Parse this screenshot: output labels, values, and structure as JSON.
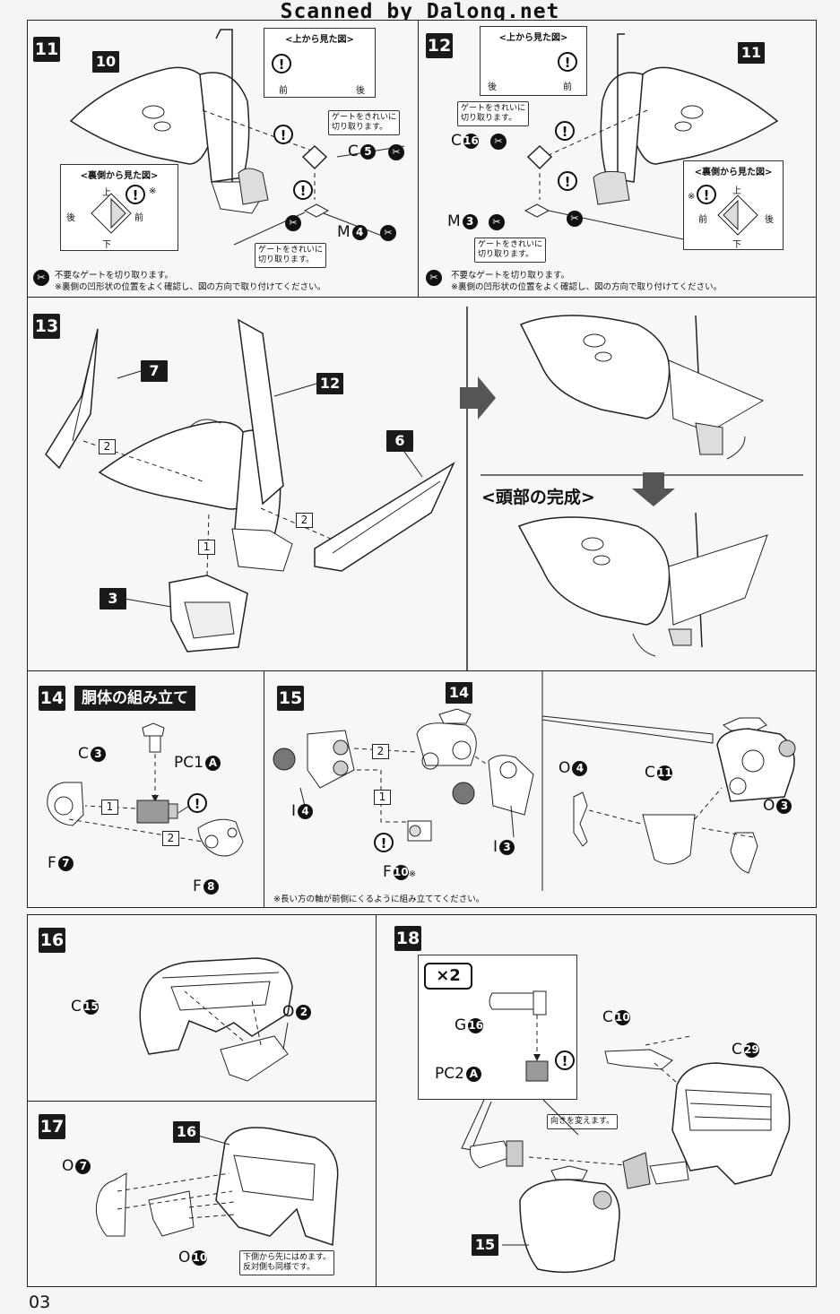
{
  "header": {
    "scan_credit": "Scanned by Dalong.net"
  },
  "steps": {
    "s11": {
      "number": "11",
      "part_tag": "10",
      "top_view_title": "<上から見た図>",
      "top_front": "前",
      "top_back": "後",
      "back_view_title": "<裏側から見た図>",
      "bv_up": "上",
      "bv_down": "下",
      "bv_back": "後",
      "bv_front": "前",
      "bv_mark": "※",
      "callout_gate_1": "ゲートをきれいに\n切り取ります。",
      "callout_gate_2": "ゲートをきれいに\n切り取ります。",
      "part_c": "C",
      "part_c_num": "5",
      "part_m": "M",
      "part_m_num": "4",
      "note_line1": "不要なゲートを切り取ります。",
      "note_line2": "※裏側の凹形状の位置をよく確認し、図の方向で取り付けてください。"
    },
    "s12": {
      "number": "12",
      "part_tag": "11",
      "top_view_title": "<上から見た図>",
      "top_back": "後",
      "top_front": "前",
      "back_view_title": "<裏側から見た図>",
      "bv_up": "上",
      "bv_down": "下",
      "bv_back": "後",
      "bv_front": "前",
      "bv_mark": "※",
      "callout_gate_1": "ゲートをきれいに\n切り取ります。",
      "callout_gate_2": "ゲートをきれいに\n切り取ります。",
      "part_c": "C",
      "part_c_num": "16",
      "part_m": "M",
      "part_m_num": "3",
      "note_line1": "不要なゲートを切り取ります。",
      "note_line2": "※裏側の凹形状の位置をよく確認し、図の方向で取り付けてください。"
    },
    "s13": {
      "number": "13",
      "tag_7": "7",
      "tag_12": "12",
      "tag_6": "6",
      "tag_3": "3",
      "seq_1": "1",
      "seq_2a": "2",
      "seq_2b": "2",
      "completion": "<頭部の完成>"
    },
    "s14": {
      "number": "14",
      "title": "胴体の組み立て",
      "part_c": "C",
      "part_c_num": "3",
      "part_pc": "PC1",
      "part_pc_letter": "A",
      "part_f7": "F",
      "part_f7_num": "7",
      "part_f8": "F",
      "part_f8_num": "8",
      "seq_1": "1",
      "seq_2": "2"
    },
    "s15": {
      "number": "15",
      "tag_14": "14",
      "part_i4": "I",
      "part_i4_num": "4",
      "part_i3": "I",
      "part_i3_num": "3",
      "part_f10": "F",
      "part_f10_num": "10",
      "f10_mark": "※",
      "seq_1": "1",
      "seq_2": "2",
      "part_o4": "O",
      "part_o4_num": "4",
      "part_c11": "C",
      "part_c11_num": "11",
      "part_o3": "O",
      "part_o3_num": "3",
      "note": "※長い方の軸が前側にくるように組み立ててください。"
    },
    "s16": {
      "number": "16",
      "part_c": "C",
      "part_c_num": "15",
      "part_o": "O",
      "part_o_num": "2"
    },
    "s17": {
      "number": "17",
      "tag_16": "16",
      "part_o7": "O",
      "part_o7_num": "7",
      "part_o10": "O",
      "part_o10_num": "10",
      "callout": "下側から先にはめます。\n反対側も同様です。"
    },
    "s18": {
      "number": "18",
      "multiplier": "×2",
      "part_g": "G",
      "part_g_num": "16",
      "part_pc": "PC2",
      "part_pc_letter": "A",
      "callout": "向きを変えます。",
      "part_c10": "C",
      "part_c10_num": "10",
      "part_c29": "C",
      "part_c29_num": "29",
      "tag_15": "15"
    }
  },
  "page_number": "03"
}
